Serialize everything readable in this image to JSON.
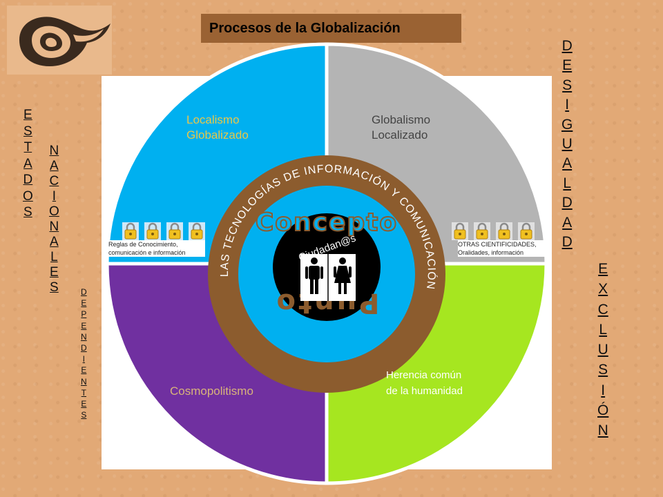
{
  "title": "Procesos de la Globalización",
  "colors": {
    "background": "#e2a976",
    "title_bar": "#9a6233",
    "quadrant_top_left": "#00b0f0",
    "quadrant_top_right": "#b4b4b4",
    "quadrant_bottom_left": "#7030a0",
    "quadrant_bottom_right": "#a6e620",
    "brown_ring": "#8c5c2e",
    "inner_circle": "#00b0f0",
    "center_circle": "#000000",
    "lock": "#f0c020"
  },
  "quadrants": {
    "top_left": "Localismo Globalizado",
    "top_right": "Globalismo Localizado",
    "bottom_left": "Cosmopolitismo",
    "bottom_right": "Herencia común de la humanidad"
  },
  "ring_text": "LAS TECNOLOGÍAS DE INFORMACIÓN Y COMUNICACIÓN",
  "inner_top_text": "Concepto",
  "inner_bottom_text": "Punto",
  "center_text": "Ciudadan@s",
  "center_icons": [
    "man-icon",
    "woman-icon"
  ],
  "left_note": "Reglas de Conocimiento, comunicación e información",
  "right_note": "OTRAS CIENTIFICIDADES, Oralidades, información",
  "left_locks": [
    "lock-icon",
    "lock-icon",
    "lock-icon",
    "lock-icon"
  ],
  "right_locks": [
    "lock-icon",
    "lock-icon",
    "lock-icon",
    "lock-icon"
  ],
  "side_labels": {
    "estados": [
      "E",
      "S",
      "T",
      "A",
      "D",
      "O",
      "S"
    ],
    "nacionales": [
      "N",
      "A",
      "C",
      "I",
      "O",
      "N",
      "A",
      "L",
      "E",
      "S"
    ],
    "dependientes": [
      "D",
      "E",
      "P",
      "E",
      "N",
      "D",
      "I",
      "E",
      "N",
      "T",
      "E",
      "S"
    ],
    "desigualdad": [
      "D",
      "E",
      "S",
      "I",
      "G",
      "U",
      "A",
      "L",
      "D",
      "A",
      "D"
    ],
    "exclusion": [
      "E",
      "X",
      "C",
      "L",
      "U",
      "S",
      "I",
      "Ó",
      "N"
    ]
  }
}
